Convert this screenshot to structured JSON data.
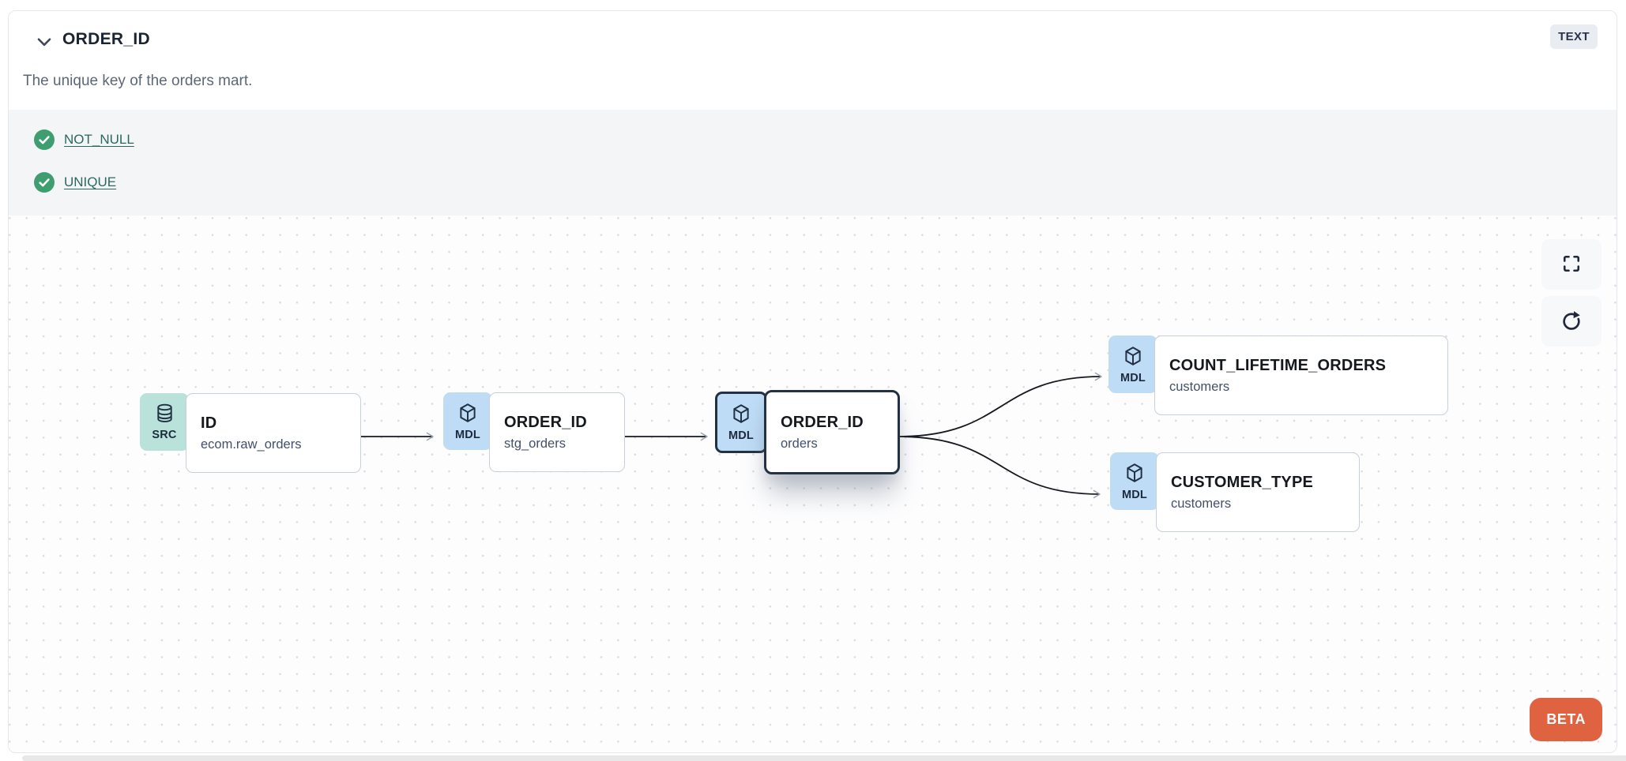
{
  "header": {
    "title": "ORDER_ID",
    "type_badge": "TEXT",
    "description": "The unique key of the orders mart."
  },
  "tests": {
    "items": [
      {
        "status": "pass",
        "label": "NOT_NULL"
      },
      {
        "status": "pass",
        "label": "UNIQUE"
      }
    ]
  },
  "lineage": {
    "nodes": [
      {
        "badge": "SRC",
        "icon": "database-icon",
        "title": "ID",
        "subtitle": "ecom.raw_orders",
        "selected": false
      },
      {
        "badge": "MDL",
        "icon": "model-cube-icon",
        "title": "ORDER_ID",
        "subtitle": "stg_orders",
        "selected": false
      },
      {
        "badge": "MDL",
        "icon": "model-cube-icon",
        "title": "ORDER_ID",
        "subtitle": "orders",
        "selected": true
      },
      {
        "badge": "MDL",
        "icon": "model-cube-icon",
        "title": "COUNT_LIFETIME_ORDERS",
        "subtitle": "customers",
        "selected": false
      },
      {
        "badge": "MDL",
        "icon": "model-cube-icon",
        "title": "CUSTOMER_TYPE",
        "subtitle": "customers",
        "selected": false
      }
    ],
    "edges": [
      {
        "from": "ID (ecom.raw_orders)",
        "to": "ORDER_ID (stg_orders)"
      },
      {
        "from": "ORDER_ID (stg_orders)",
        "to": "ORDER_ID (orders)"
      },
      {
        "from": "ORDER_ID (orders)",
        "to": "COUNT_LIFETIME_ORDERS (customers)"
      },
      {
        "from": "ORDER_ID (orders)",
        "to": "CUSTOMER_TYPE (customers)"
      }
    ],
    "controls": [
      {
        "name": "fullscreen"
      },
      {
        "name": "refresh"
      }
    ],
    "beta_label": "BETA"
  },
  "icons": {
    "chevron-down-icon": "v-chevron",
    "check-circle-icon": "green circle with white check",
    "database-icon": "cylinder stack",
    "model-cube-icon": "3d package cube",
    "fullscreen-icon": "four corner brackets",
    "refresh-icon": "clockwise circular arrow"
  },
  "colors": {
    "accent_orange": "#df6340",
    "test_pass_green": "#3f9e70",
    "test_link_teal": "#2b685e",
    "src_badge_bg": "#b9e2db",
    "mdl_badge_bg": "#bedcf6",
    "selected_border": "#243142",
    "type_badge_bg": "#e9ecf1",
    "tests_section_bg": "#f4f5f7"
  }
}
